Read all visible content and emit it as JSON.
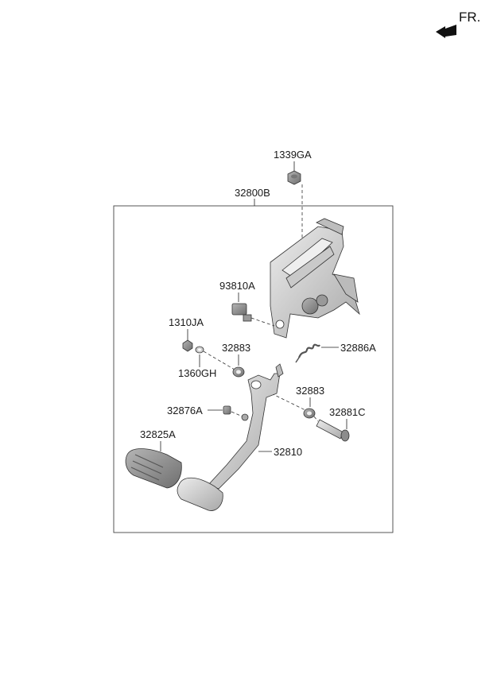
{
  "orientation": {
    "label": "FR.",
    "icon": "front-direction-arrow-icon"
  },
  "assembly": {
    "label": "32800B"
  },
  "parts": {
    "nut": "1339GA",
    "switch": "93810A",
    "nut_small": "1310JA",
    "washer": "1360GH",
    "bushing_left": "32883",
    "spring": "32886A",
    "bushing_right": "32883",
    "stopper": "32876A",
    "pin": "32881C",
    "pedal_pad": "32825A",
    "pedal_arm": "32810"
  },
  "colors": {
    "part_fill": "#d4d4d4",
    "part_dark": "#a9a9a9",
    "line": "#222222"
  }
}
